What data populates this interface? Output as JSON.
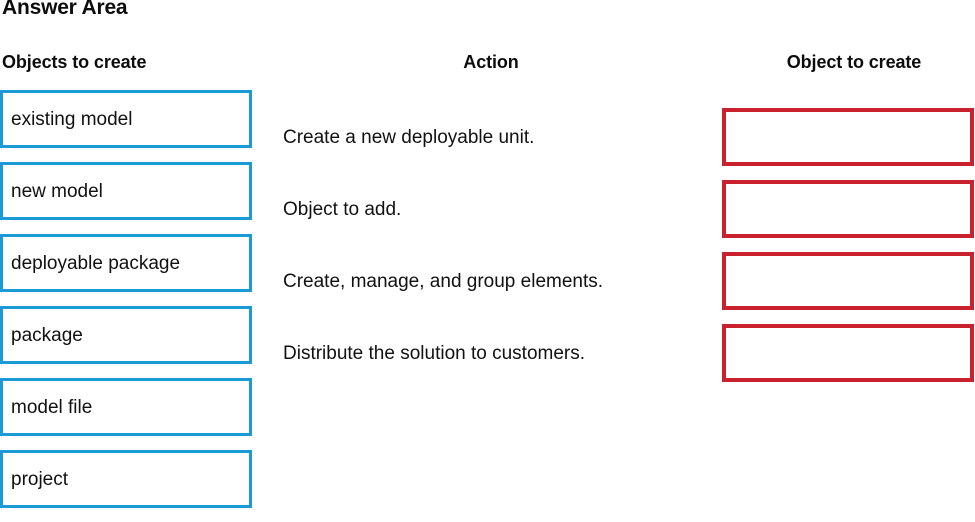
{
  "page": {
    "title": "Answer Area"
  },
  "columns": {
    "source_header": "Objects to create",
    "action_header": "Action",
    "target_header": "Object to create"
  },
  "colors": {
    "source_border": "#1c9ad6",
    "target_border": "#c9222e",
    "text": "#111111",
    "background": "#ffffff"
  },
  "source_options": [
    {
      "label": "existing model"
    },
    {
      "label": "new model"
    },
    {
      "label": "deployable package"
    },
    {
      "label": "package"
    },
    {
      "label": "model file"
    },
    {
      "label": "project"
    }
  ],
  "actions": [
    {
      "text": "Create a new deployable unit.",
      "answer": ""
    },
    {
      "text": "Object to add.",
      "answer": ""
    },
    {
      "text": "Create, manage, and group elements.",
      "answer": ""
    },
    {
      "text": "Distribute the solution to customers.",
      "answer": ""
    }
  ]
}
